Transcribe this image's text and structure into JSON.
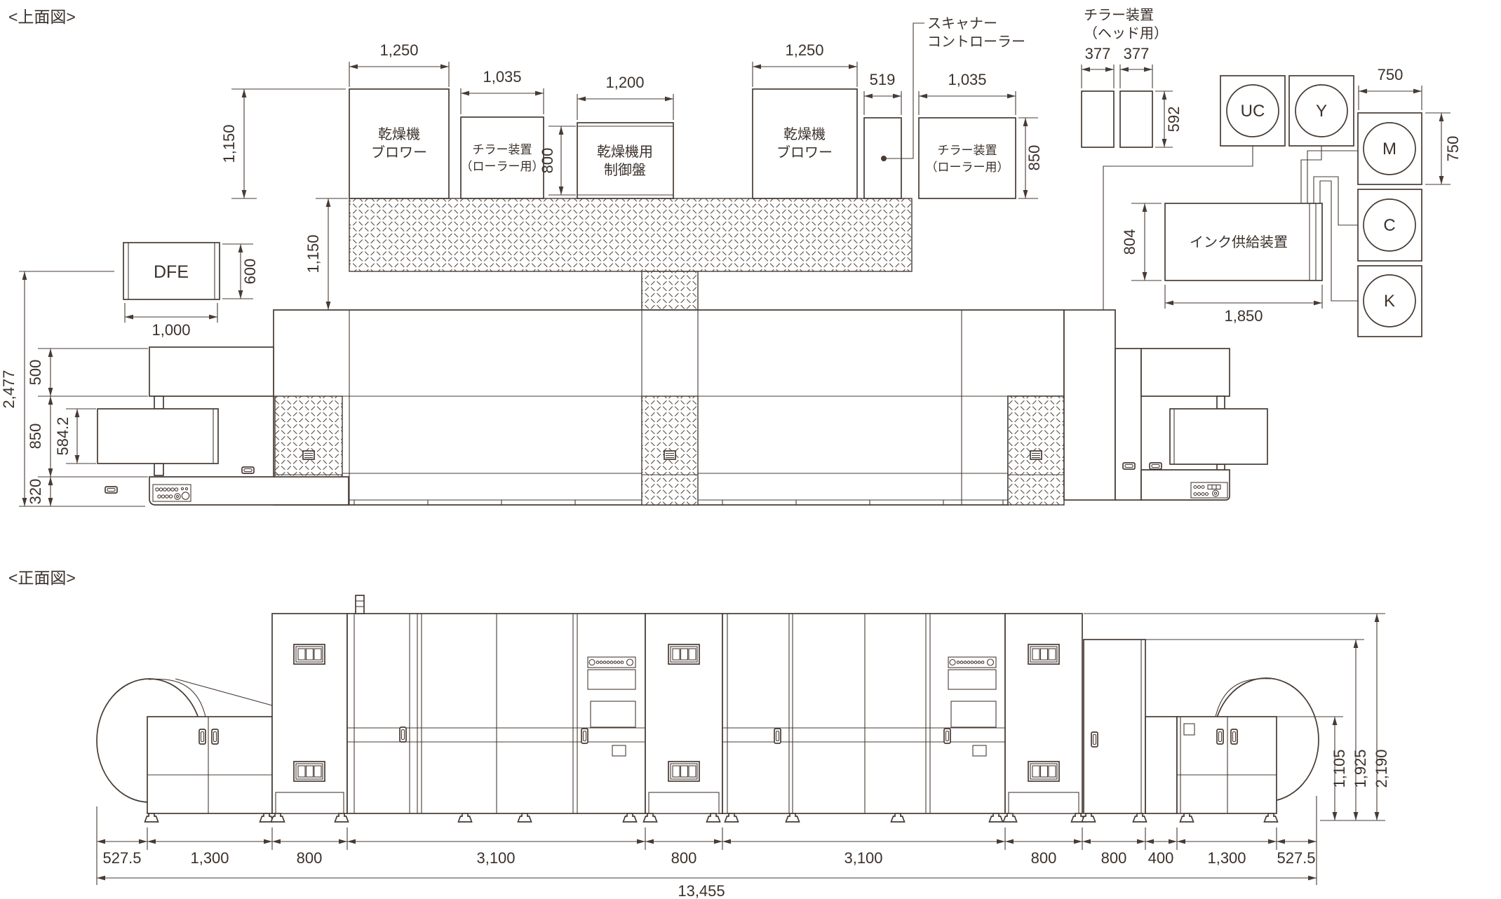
{
  "top_view": {
    "title": "<上面図>",
    "labels": {
      "dryer_blower": [
        "乾燥機",
        "ブロワー"
      ],
      "chiller_roller": [
        "チラー装置",
        "（ローラー用）"
      ],
      "dryer_control_panel": [
        "乾燥機用",
        "制御盤"
      ],
      "scanner_controller": [
        "スキャナー",
        "コントローラー"
      ],
      "chiller_head": [
        "チラー装置",
        "（ヘッド用）"
      ],
      "ink_supply": "インク供給装置",
      "dfe": "DFE",
      "station_uc": "UC",
      "station_y": "Y",
      "station_m": "M",
      "station_c": "C",
      "station_k": "K"
    },
    "dims": {
      "blower_width": "1,250",
      "chiller_width": "1,035",
      "panel_width": "1,200",
      "scanner_width": "519",
      "chiller_head_width_1": "377",
      "chiller_head_width_2": "377",
      "chiller_head_depth": "592",
      "station_width": "750",
      "station_depth": "750",
      "chiller_depth": "850",
      "panel_depth": "800",
      "blower_depth": "1,150",
      "walkway_depth": "1,150",
      "dfe_depth": "600",
      "dfe_width": "1,000",
      "total_depth": "2,477",
      "unwinder_back": "500",
      "unwinder_mid": "850",
      "roll_depth": "584.2",
      "unwinder_front": "320",
      "ink_depth": "804",
      "ink_width": "1,850"
    }
  },
  "front_view": {
    "title": "<正面図>",
    "dims": {
      "chain": [
        "527.5",
        "1,300",
        "800",
        "3,100",
        "800",
        "3,100",
        "800",
        "800",
        "400",
        "1,300",
        "527.5"
      ],
      "total": "13,455",
      "h_cabinet": "1,105",
      "h_mid": "1,925",
      "h_total": "2,190"
    }
  }
}
